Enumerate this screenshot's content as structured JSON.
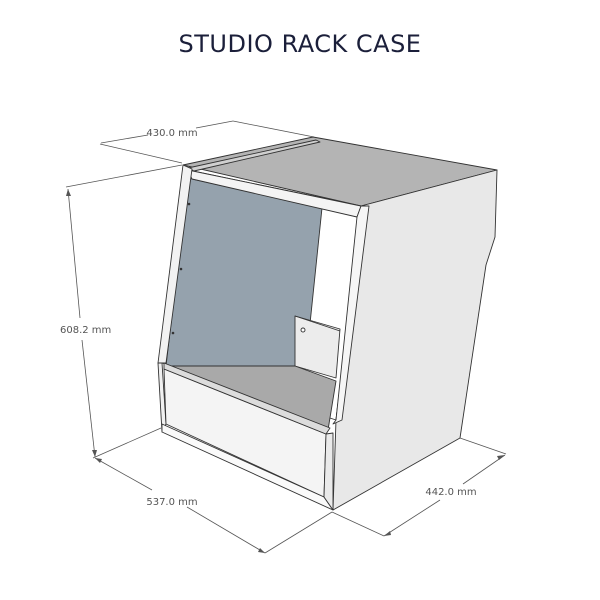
{
  "title": "STUDIO RACK CASE",
  "dimensions": {
    "width": "430.0 mm",
    "height": "608.2 mm",
    "depth": "537.0 mm",
    "side": "442.0 mm"
  },
  "colors": {
    "panel": "#e8e8e8",
    "top": "#b4b4b4",
    "back_panel": "#95a2ad",
    "edge": "#333333"
  }
}
